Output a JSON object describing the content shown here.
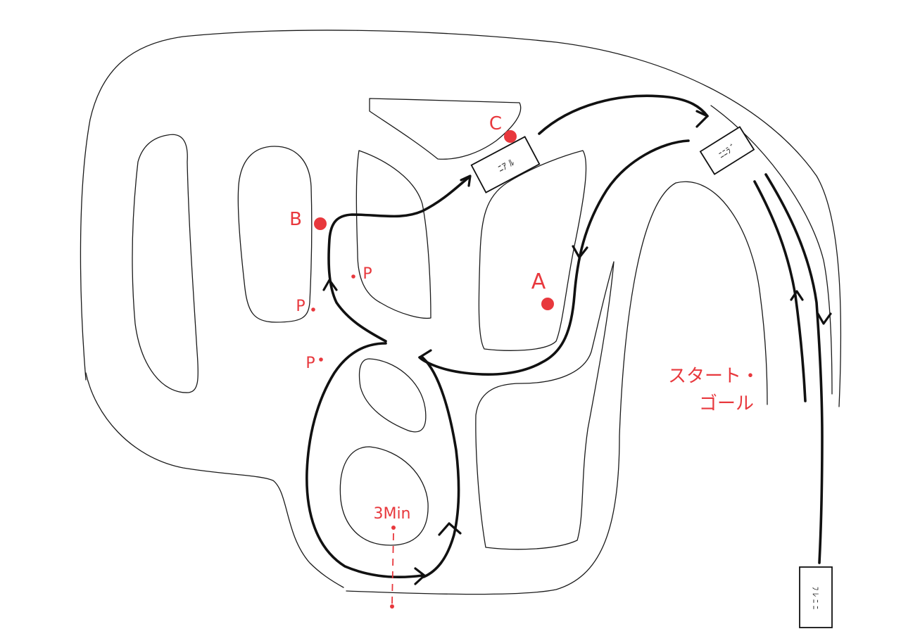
{
  "colors": {
    "ink": "#111111",
    "red": "#e8383d",
    "paper": "#ffffff"
  },
  "points": {
    "a": {
      "label": "A"
    },
    "b": {
      "label": "B"
    },
    "c": {
      "label": "C"
    }
  },
  "parking": {
    "p1": "P",
    "p2": "P",
    "p3": "P"
  },
  "start_goal": {
    "line1": "スタート・",
    "line2": "ゴール"
  },
  "timer": {
    "label": "3Min"
  },
  "boxes": {
    "box1": "ﾆｱ ﾙ",
    "box2": "ﾆﾆﾗ ﾞ",
    "box3": "ﾌ ﾚ ﾆ ﾆ"
  }
}
